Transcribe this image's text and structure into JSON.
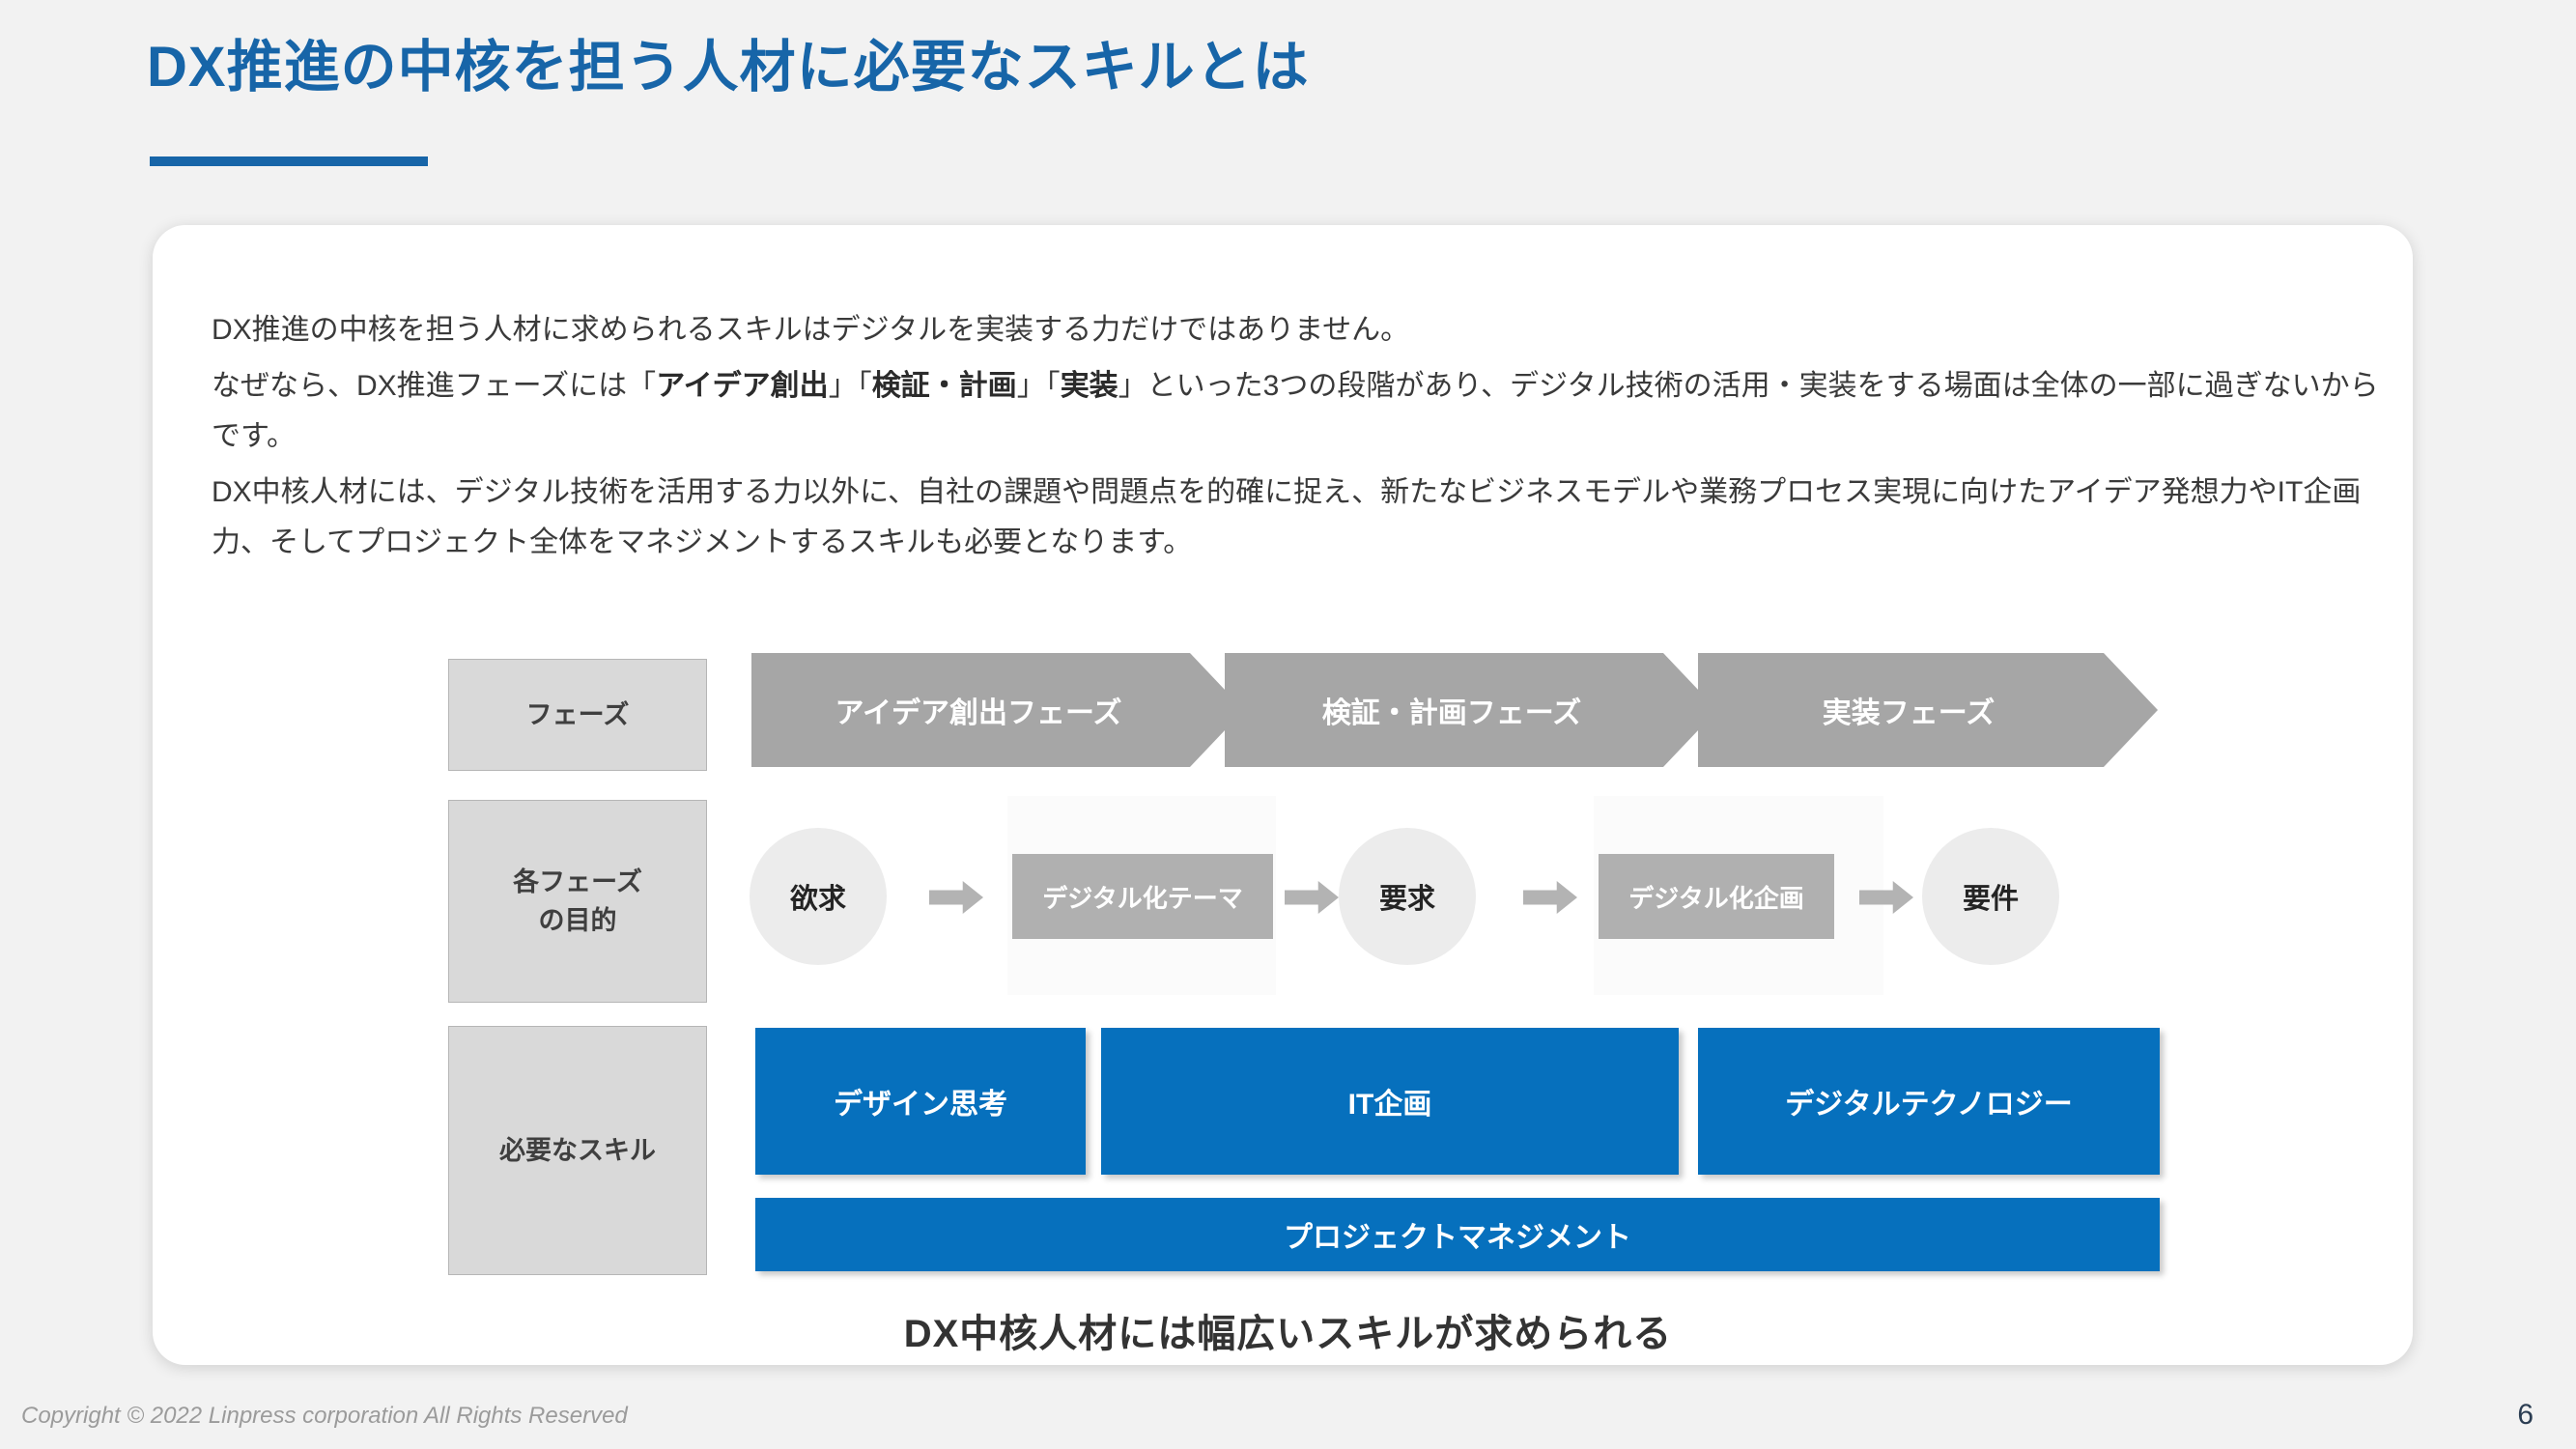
{
  "slide": {
    "title": "DX推進の中核を担う人材に必要なスキルとは",
    "accent_color": "#1765a8",
    "page_number": "6"
  },
  "body": {
    "paragraph1": "DX推進の中核を担う人材に求められるスキルはデジタルを実装する力だけではありません。",
    "paragraph2_prefix": "なぜなら、DX推進フェーズには「",
    "paragraph2_bold1": "アイデア創出",
    "paragraph2_mid1": "」「",
    "paragraph2_bold2": "検証・計画",
    "paragraph2_mid2": "」「",
    "paragraph2_bold3": "実装",
    "paragraph2_suffix": "」といった3つの段階があり、デジタル技術の活用・実装をする場面は全体の一部に過ぎないからです。",
    "paragraph3": "DX中核人材には、デジタル技術を活用する力以外に、自社の課題や問題点を的確に捉え、新たなビジネスモデルや業務プロセス実現に向けたアイデア発想力やIT企画力、そしてプロジェクト全体をマネジメントするスキルも必要となります。"
  },
  "diagram": {
    "row_labels": [
      {
        "text": "フェーズ"
      },
      {
        "text": "各フェーズ\nの目的"
      },
      {
        "text": "必要なスキル"
      }
    ],
    "phases": [
      {
        "label": "アイデア創出フェーズ"
      },
      {
        "label": "検証・計画フェーズ"
      },
      {
        "label": "実装フェーズ"
      }
    ],
    "purposes": {
      "circles": [
        {
          "label": "欲求"
        },
        {
          "label": "要求"
        },
        {
          "label": "要件"
        }
      ],
      "boxes": [
        {
          "label": "デジタル化テーマ"
        },
        {
          "label": "デジタル化企画"
        }
      ]
    },
    "skills": [
      {
        "label": "デザイン思考"
      },
      {
        "label": "IT企画"
      },
      {
        "label": "デジタルテクノロジー"
      }
    ],
    "skill_wide": {
      "label": "プロジェクトマネジメント"
    },
    "caption": "DX中核人材には幅広いスキルが求められる",
    "colors": {
      "phase_gray": "#a6a6a6",
      "label_gray": "#d9d9d9",
      "box_gray": "#b0b0b0",
      "circle_gray": "#ececec",
      "skill_blue": "#0670bd"
    }
  },
  "footer": {
    "copyright": "Copyright © 2022 Linpress corporation All Rights Reserved"
  }
}
